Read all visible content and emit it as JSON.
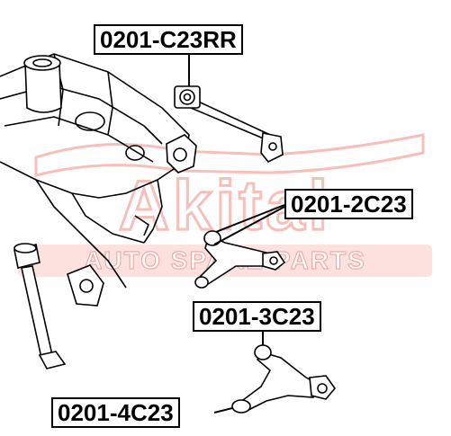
{
  "watermark": {
    "brand": "Akital",
    "slogan": "AUTO SPARE PARTS",
    "color": "#f28b82"
  },
  "labels": [
    {
      "id": "rear-tie-rod",
      "text": "0201-C23RR"
    },
    {
      "id": "upper-arm",
      "text": "0201-2C23"
    },
    {
      "id": "lower-arm-upper-bush",
      "text": "0201-3C23"
    },
    {
      "id": "lower-arm-lower-bush",
      "text": "0201-4C23"
    }
  ],
  "colors": {
    "line": "#000000",
    "background": "#ffffff"
  }
}
